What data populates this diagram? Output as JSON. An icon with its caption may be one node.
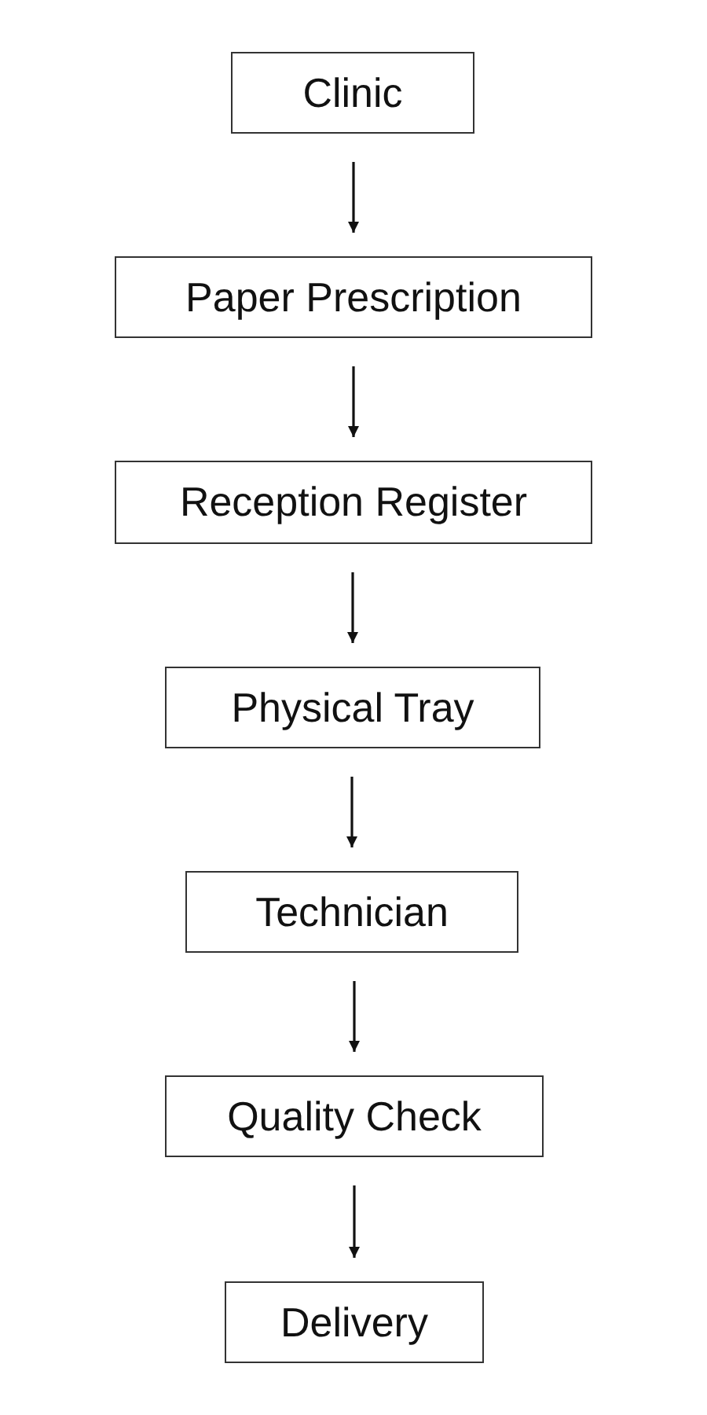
{
  "diagram": {
    "nodes": [
      {
        "text": [
          "Clinic"
        ]
      },
      {
        "text": [
          "Paper Prescription"
        ]
      },
      {
        "text": [
          "Reception Register"
        ]
      },
      {
        "text": [
          "Physical Tray"
        ]
      },
      {
        "text": [
          "Technician"
        ]
      },
      {
        "text": [
          "Quality Check"
        ]
      },
      {
        "text": [
          "Delivery"
        ]
      }
    ],
    "edges": [
      {
        "from": 0,
        "to": 1,
        "arrow": "to"
      },
      {
        "from": 1,
        "to": 2,
        "arrow": "to"
      },
      {
        "from": 2,
        "to": 3,
        "arrow": "to"
      },
      {
        "from": 3,
        "to": 4,
        "arrow": "to"
      },
      {
        "from": 4,
        "to": 5,
        "arrow": "to"
      },
      {
        "from": 5,
        "to": 6,
        "arrow": "to"
      }
    ]
  }
}
